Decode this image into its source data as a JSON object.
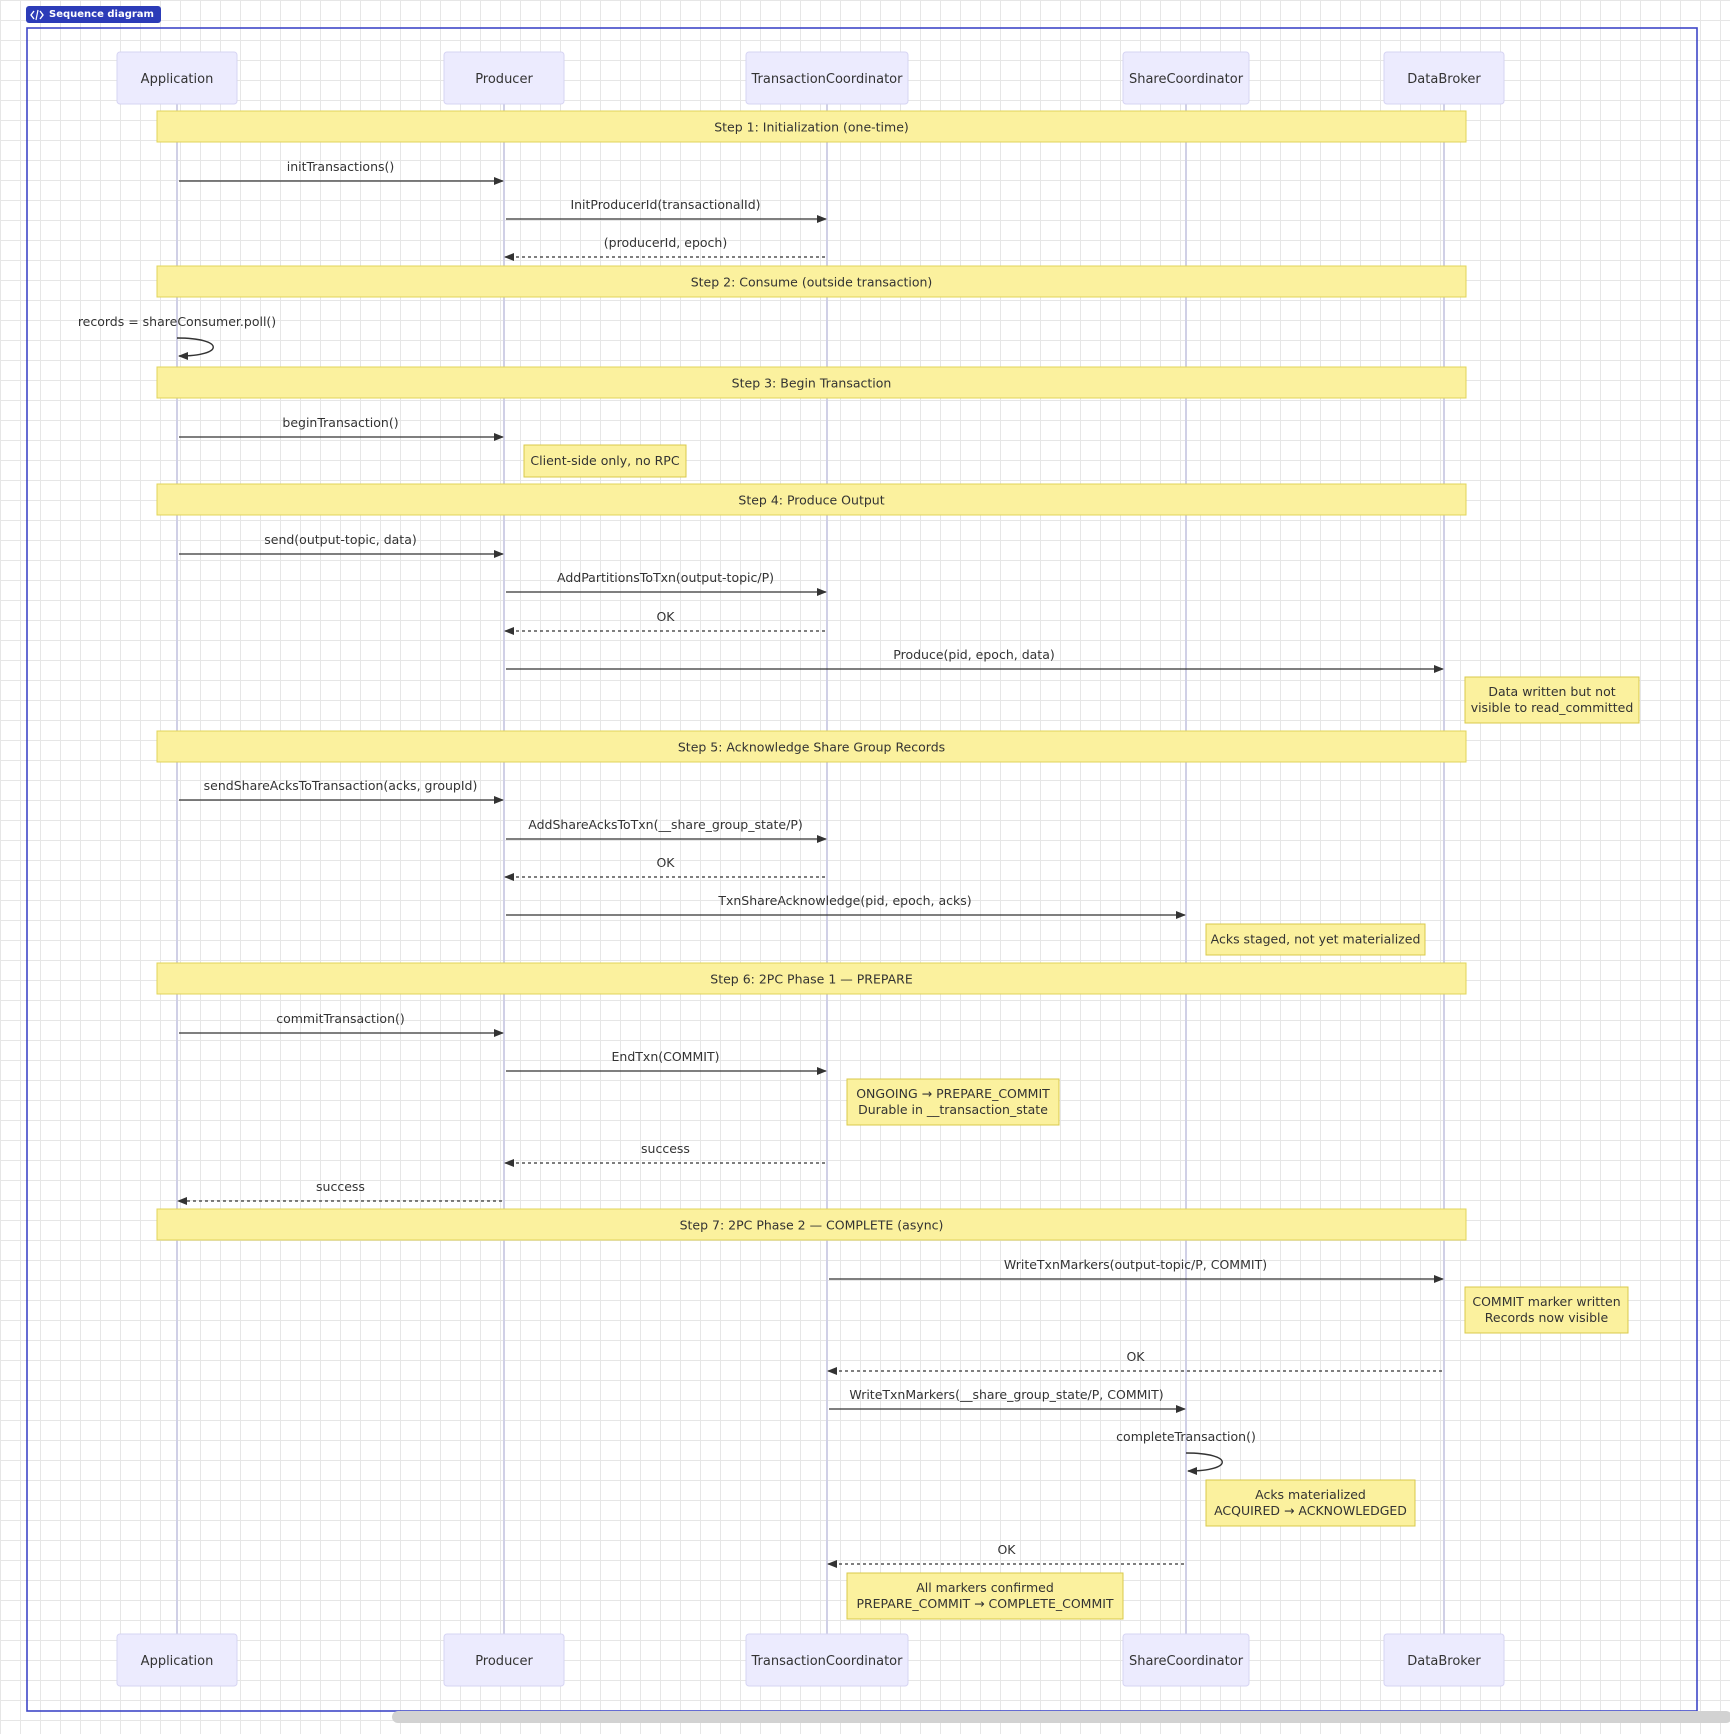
{
  "badge": {
    "label": "Sequence diagram",
    "icon": "code-icon"
  },
  "colors": {
    "frame": "#3f47c8",
    "actor_fill": "#ecebfe",
    "actor_stroke": "#d6d4f3",
    "lifeline": "#d0d0e6",
    "section_fill": "#fbf19e",
    "section_stroke": "#e0d45a",
    "note_fill": "#fbf19e",
    "note_stroke": "#d8c94b",
    "arrow": "#333333"
  },
  "participants": [
    {
      "id": "app",
      "label": "Application"
    },
    {
      "id": "prod",
      "label": "Producer"
    },
    {
      "id": "tc",
      "label": "TransactionCoordinator"
    },
    {
      "id": "sc",
      "label": "ShareCoordinator"
    },
    {
      "id": "db",
      "label": "DataBroker"
    }
  ],
  "sections": [
    "Step 1: Initialization (one-time)",
    "Step 2: Consume (outside transaction)",
    "Step 3: Begin Transaction",
    "Step 4: Produce Output",
    "Step 5: Acknowledge Share Group Records",
    "Step 6: 2PC Phase 1 — PREPARE",
    "Step 7: 2PC Phase 2 — COMPLETE (async)"
  ],
  "messages": [
    {
      "from": "app",
      "to": "prod",
      "label": "initTransactions()",
      "style": "solid"
    },
    {
      "from": "prod",
      "to": "tc",
      "label": "InitProducerId(transactionalId)",
      "style": "solid"
    },
    {
      "from": "tc",
      "to": "prod",
      "label": "(producerId, epoch)",
      "style": "dashed"
    },
    {
      "from": "app",
      "to": "app",
      "label": "records = shareConsumer.poll()",
      "style": "self"
    },
    {
      "from": "app",
      "to": "prod",
      "label": "beginTransaction()",
      "style": "solid"
    },
    {
      "from": "app",
      "to": "prod",
      "label": "send(output-topic, data)",
      "style": "solid"
    },
    {
      "from": "prod",
      "to": "tc",
      "label": "AddPartitionsToTxn(output-topic/P)",
      "style": "solid"
    },
    {
      "from": "tc",
      "to": "prod",
      "label": "OK",
      "style": "dashed"
    },
    {
      "from": "prod",
      "to": "db",
      "label": "Produce(pid, epoch, data)",
      "style": "solid"
    },
    {
      "from": "app",
      "to": "prod",
      "label": "sendShareAcksToTransaction(acks, groupId)",
      "style": "solid"
    },
    {
      "from": "prod",
      "to": "tc",
      "label": "AddShareAcksToTxn(__share_group_state/P)",
      "style": "solid"
    },
    {
      "from": "tc",
      "to": "prod",
      "label": "OK",
      "style": "dashed"
    },
    {
      "from": "prod",
      "to": "sc",
      "label": "TxnShareAcknowledge(pid, epoch, acks)",
      "style": "solid"
    },
    {
      "from": "app",
      "to": "prod",
      "label": "commitTransaction()",
      "style": "solid"
    },
    {
      "from": "prod",
      "to": "tc",
      "label": "EndTxn(COMMIT)",
      "style": "solid"
    },
    {
      "from": "tc",
      "to": "prod",
      "label": "success",
      "style": "dashed"
    },
    {
      "from": "prod",
      "to": "app",
      "label": "success",
      "style": "dashed"
    },
    {
      "from": "tc",
      "to": "db",
      "label": "WriteTxnMarkers(output-topic/P, COMMIT)",
      "style": "solid"
    },
    {
      "from": "db",
      "to": "tc",
      "label": "OK",
      "style": "dashed"
    },
    {
      "from": "tc",
      "to": "sc",
      "label": "WriteTxnMarkers(__share_group_state/P, COMMIT)",
      "style": "solid"
    },
    {
      "from": "sc",
      "to": "sc",
      "label": "completeTransaction()",
      "style": "self"
    },
    {
      "from": "sc",
      "to": "tc",
      "label": "OK",
      "style": "dashed"
    }
  ],
  "notes": [
    {
      "lines": [
        "Client-side only, no RPC"
      ]
    },
    {
      "lines": [
        "Data written but not",
        "visible to read_committed"
      ]
    },
    {
      "lines": [
        "Acks staged, not yet materialized"
      ]
    },
    {
      "lines": [
        "ONGOING → PREPARE_COMMIT",
        "Durable in __transaction_state"
      ]
    },
    {
      "lines": [
        "COMMIT marker written",
        "Records now visible"
      ]
    },
    {
      "lines": [
        "Acks materialized",
        "ACQUIRED → ACKNOWLEDGED"
      ]
    },
    {
      "lines": [
        "All markers confirmed",
        "PREPARE_COMMIT → COMPLETE_COMMIT"
      ]
    }
  ]
}
